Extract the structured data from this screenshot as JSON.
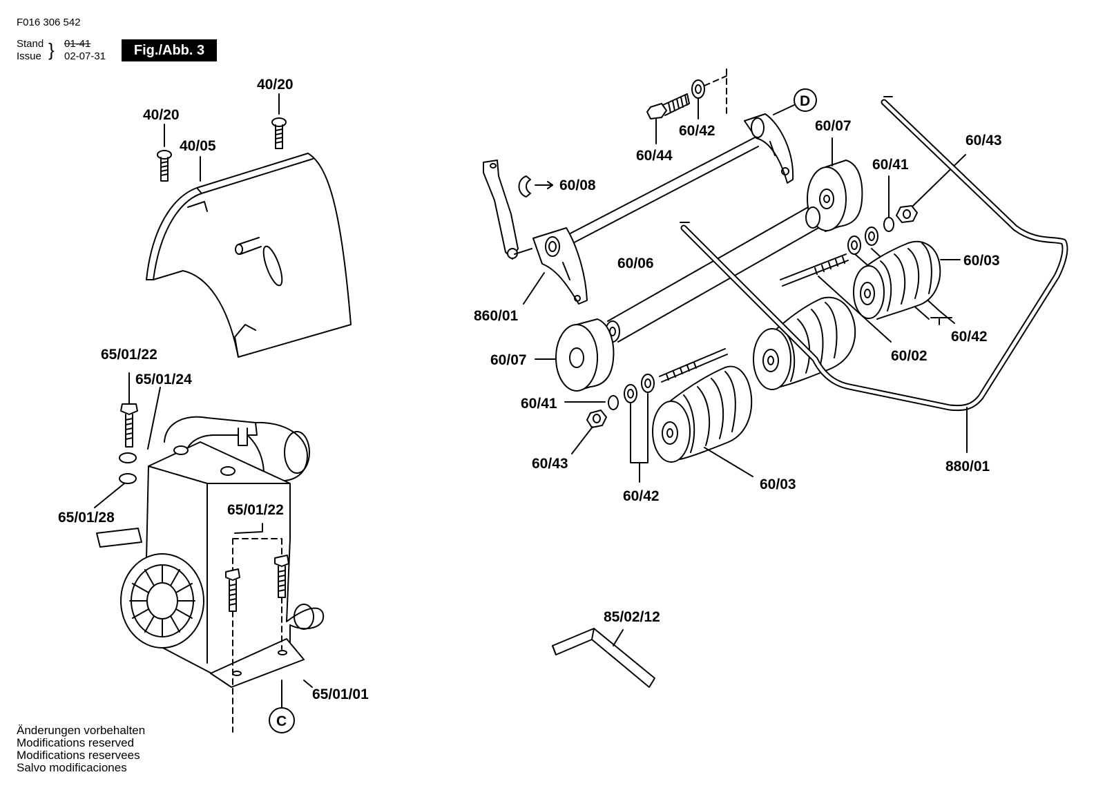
{
  "header": {
    "doc_number": "F016 306 542",
    "stand_label": "Stand",
    "issue_label": "Issue",
    "stand_value": "01-41",
    "issue_value": "02-07-31",
    "figure": "Fig./Abb. 3"
  },
  "callouts": {
    "c4020a": "40/20",
    "c4020b": "40/20",
    "c4005": "40/05",
    "c650122a": "65/01/22",
    "c650124": "65/01/24",
    "c650128": "65/01/28",
    "c650122b": "65/01/22",
    "c650101": "65/01/01",
    "c6044": "60/44",
    "c6042a": "60/42",
    "c6008": "60/08",
    "c6007a": "60/07",
    "c6041a": "60/41",
    "c6043a": "60/43",
    "c6006": "60/06",
    "c86001": "860/01",
    "c6003a": "60/03",
    "c6042b": "60/42",
    "c6002": "60/02",
    "c6007b": "60/07",
    "c6041b": "60/41",
    "c6043b": "60/43",
    "c6042c": "60/42",
    "c6003b": "60/03",
    "c88001": "880/01",
    "c850212": "85/02/12"
  },
  "refs": {
    "c": "C",
    "d": "D"
  },
  "footer": {
    "line1": "Änderungen vorbehalten",
    "line2": "Modifications reserved",
    "line3": "Modifications reservees",
    "line4": "Salvo modificaciones"
  }
}
